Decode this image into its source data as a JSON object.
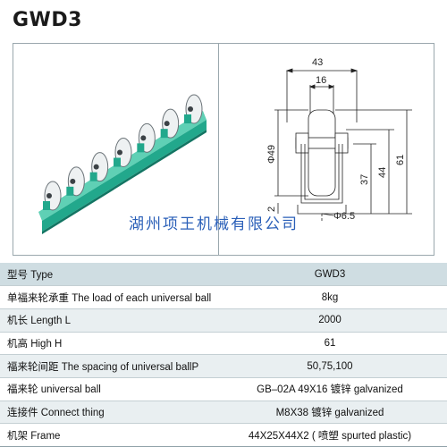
{
  "model_title": "GWD3",
  "watermark": "湖州项王机械有限公司",
  "drawing": {
    "dim_top_width": "43",
    "dim_inner_width": "16",
    "dim_diameter": "Φ49",
    "dim_base": "2",
    "dim_height_mid": "37",
    "dim_height_total": "44",
    "dim_height_outer": "61",
    "dim_hole": "Φ6.5"
  },
  "colors": {
    "rail": "#22a88c",
    "rail_dark": "#137563",
    "wheel": "#eef1f2",
    "table_header": "#cfdde2",
    "table_alt": "#e9eff1",
    "watermark": "#2a5fb8"
  },
  "table": {
    "header": {
      "label": "型号 Type",
      "value": "GWD3"
    },
    "rows": [
      {
        "label": "单福来轮承重 The load of each universal ball",
        "value": "8kg"
      },
      {
        "label": "机长 Length L",
        "value": "2000"
      },
      {
        "label": "机高 High H",
        "value": "61"
      },
      {
        "label": "福来轮间距 The spacing of universal ballP",
        "value": "50,75,100"
      },
      {
        "label": "福来轮 universal ball",
        "value": "GB–02A 49X16 镀锌 galvanized"
      },
      {
        "label": "连接件 Connect thing",
        "value": "M8X38 镀锌 galvanized"
      },
      {
        "label": "机架 Frame",
        "value": "44X25X44X2 ( 喷塑 spurted plastic)"
      }
    ]
  }
}
